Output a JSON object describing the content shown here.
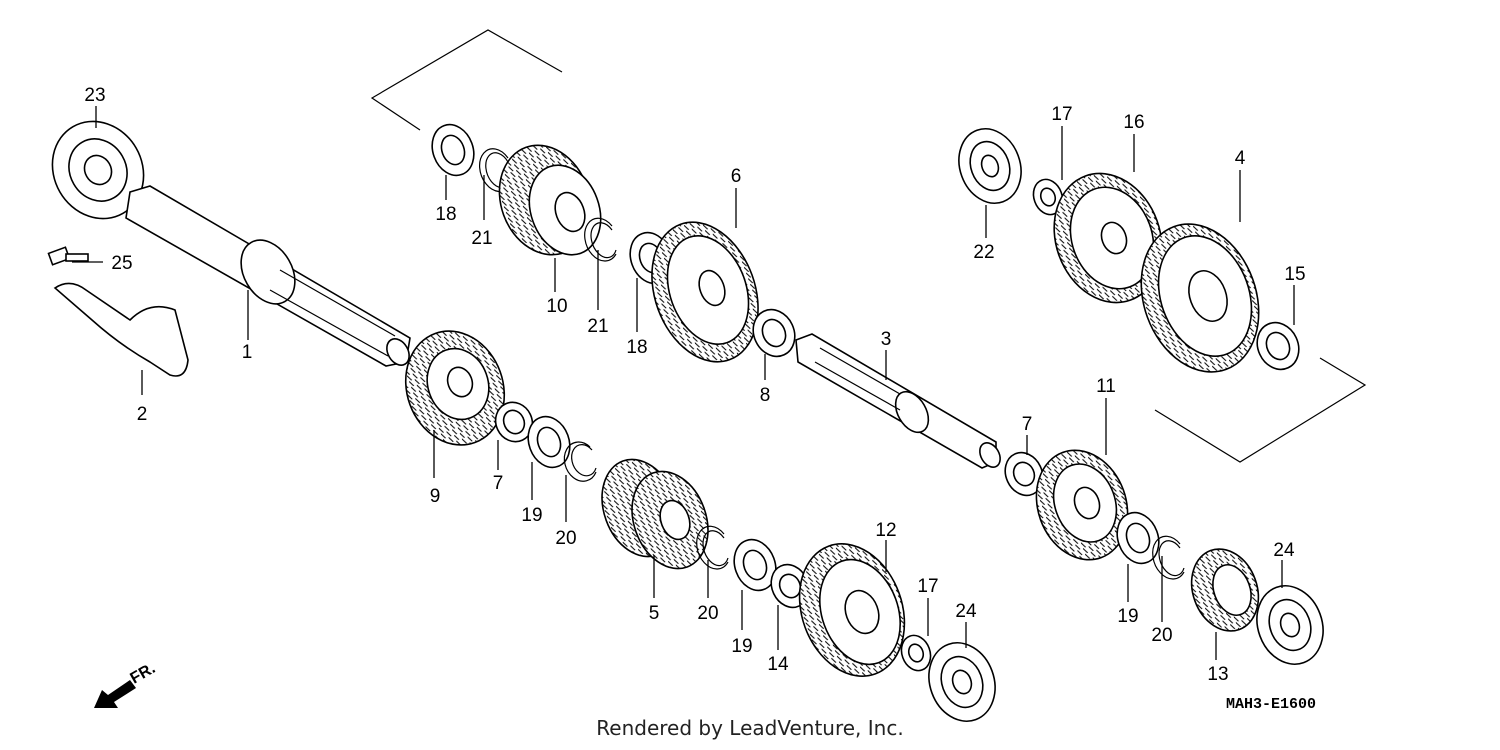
{
  "diagram_code": "MAH3-E1600",
  "credit": "Rendered by LeadVenture, Inc.",
  "front_arrow": "FR.",
  "labels": {
    "p1": "1",
    "p2": "2",
    "p3": "3",
    "p4": "4",
    "p5": "5",
    "p6": "6",
    "p7a": "7",
    "p7b": "7",
    "p8": "8",
    "p9": "9",
    "p10": "10",
    "p11": "11",
    "p12": "12",
    "p13": "13",
    "p14": "14",
    "p15": "15",
    "p16": "16",
    "p17a": "17",
    "p17b": "17",
    "p18a": "18",
    "p18b": "18",
    "p19a": "19",
    "p19b": "19",
    "p19c": "19",
    "p20a": "20",
    "p20b": "20",
    "p20c": "20",
    "p21a": "21",
    "p21b": "21",
    "p22": "22",
    "p23": "23",
    "p24a": "24",
    "p24b": "24",
    "p25": "25"
  }
}
